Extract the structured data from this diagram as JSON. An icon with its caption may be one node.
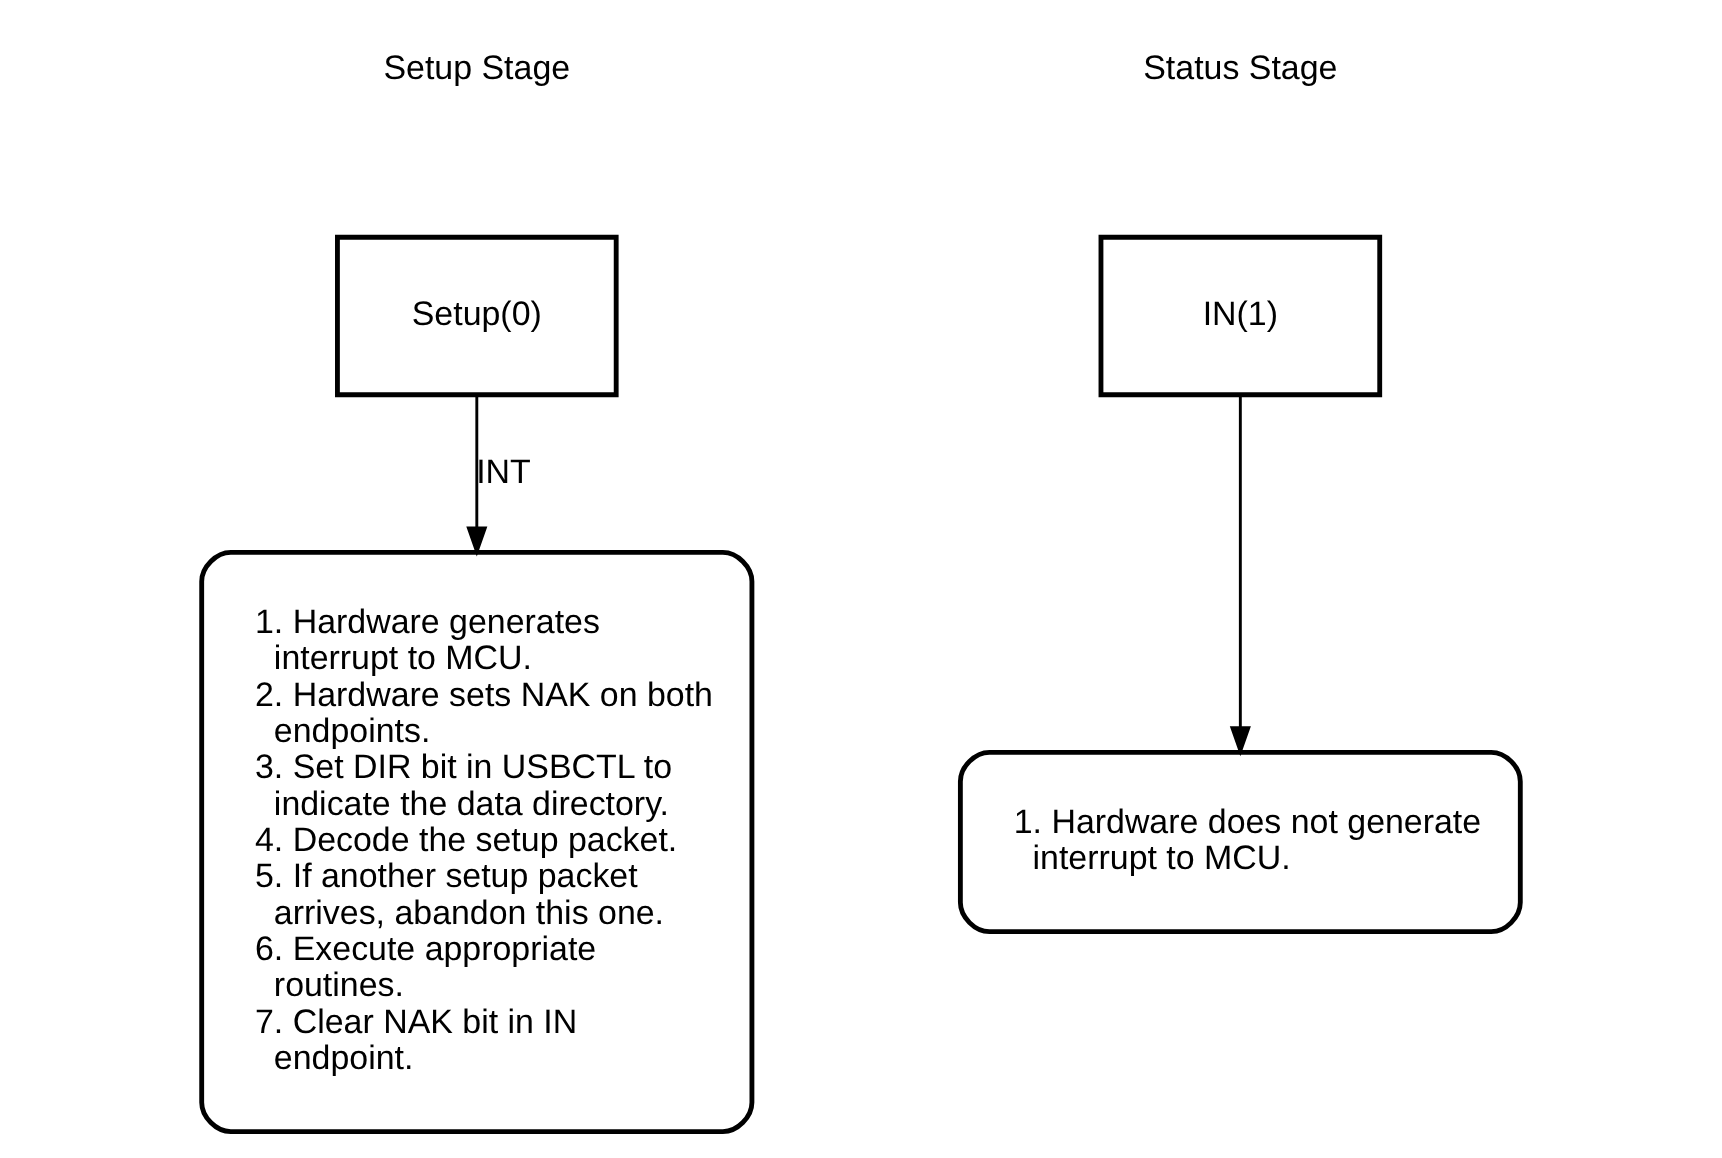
{
  "diagram": {
    "nodes": [
      {
        "text": [
          "Setup(0)"
        ]
      },
      {
        "text": [
          "IN(1)"
        ]
      },
      {
        "text": [
          "1. Hardware generates interrupt to MCU.",
          "2. Hardware sets NAK on both endpoints.",
          "3. Set DIR bit in USBCTL to indicate the data directory.",
          "4. Decode the setup packet.",
          "5. If another setup packet arrives, abandon this one.",
          "6. Execute appropriate routines.",
          "7. Clear NAK bit in IN endpoint."
        ]
      },
      {
        "text": [
          "1. Hardware does not generate interrupt to MCU."
        ]
      }
    ],
    "edges": [
      {
        "from": 0,
        "to": 2,
        "arrow": "to",
        "label": "INT"
      },
      {
        "from": 1,
        "to": 3,
        "arrow": "to"
      }
    ],
    "labels": [
      "Setup Stage",
      "Status Stage"
    ]
  }
}
